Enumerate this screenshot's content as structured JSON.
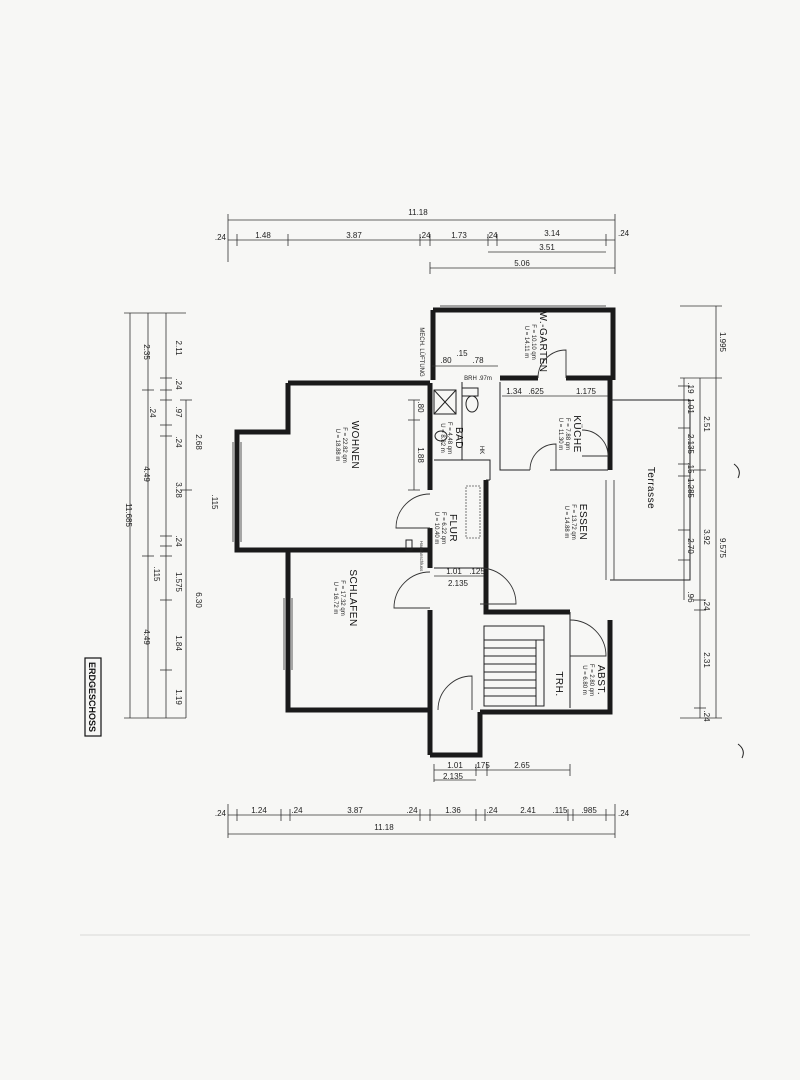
{
  "floor_label": "ERDGESCHOSS",
  "rooms": {
    "wohnen": {
      "name": "WOHNEN",
      "area": "F = 22.82 qm",
      "perimeter": "U = 18.88 m"
    },
    "schlafen": {
      "name": "SCHLAFEN",
      "area": "F = 17.32 qm",
      "perimeter": "U = 16.72 m"
    },
    "bad": {
      "name": "BAD",
      "area": "F = 4.48 qm",
      "perimeter": "U = 8.82 m"
    },
    "flur": {
      "name": "FLUR",
      "area": "F = 6.22 qm",
      "perimeter": "U = 10.40 m"
    },
    "kueche": {
      "name": "KÜCHE",
      "area": "F = 7.88 qm",
      "perimeter": "U = 11.30 m"
    },
    "essen": {
      "name": "ESSEN",
      "area": "F = 13.72 qm",
      "perimeter": "U = 14.88 m"
    },
    "wgarten": {
      "name": "W.-GARTEN",
      "area": "F = 10.10 qm",
      "perimeter": "U = 14.11 m"
    },
    "abst": {
      "name": "ABST.",
      "area": "F = 2.80 qm",
      "perimeter": "U = 6.80 m"
    },
    "terrasse": {
      "name": "Terrasse"
    }
  },
  "labels": {
    "mech_lueftung": "MECH. LÜFTUNG",
    "brh": "BRH .97m",
    "hk": "HK",
    "trh": "TRH.",
    "hausanschluss": "Hausanschluss"
  },
  "top_dimensions": {
    "total": "11.18",
    "row2": [
      ".24",
      "1.48",
      "3.87",
      ".24",
      "1.73",
      ".24",
      "3.14",
      ".24"
    ],
    "row3": "3.51",
    "row4": "5.06"
  },
  "bottom_dimensions": {
    "row1": [
      ".24",
      "1.24",
      ".24",
      "3.87",
      ".24",
      "1.36",
      ".24",
      "2.41",
      ".115",
      ".985",
      ".24"
    ],
    "total": "11.18",
    "inner1": [
      "1.01",
      ".175",
      "2.65"
    ],
    "inner2": "2.135"
  },
  "left_dimensions": {
    "outer_total": "11.685",
    "col2": [
      "2.35",
      "4.49",
      "4.49"
    ],
    "col3": [
      "2.11",
      ".24",
      ".24",
      ".97",
      ".24",
      "3.28",
      ".24",
      ".115",
      "1.575",
      "1.84",
      "1.19"
    ],
    "col4": [
      "2.68",
      "6.30"
    ],
    "col5": ".115"
  },
  "right_dimensions": {
    "outer": [
      "1.995",
      "9.575"
    ],
    "col2": [
      "2.51",
      "3.92",
      "2.31",
      ".24",
      ".24"
    ],
    "col3": [
      ".19",
      "1.01",
      "2.135",
      ".15",
      "1.285",
      "2.70",
      ".96"
    ]
  },
  "inner_dimensions": [
    ".80",
    ".15",
    ".78",
    "1.34",
    ".625",
    "1.175",
    "1.88",
    "1.01",
    ".125",
    "2.135",
    ".80"
  ]
}
